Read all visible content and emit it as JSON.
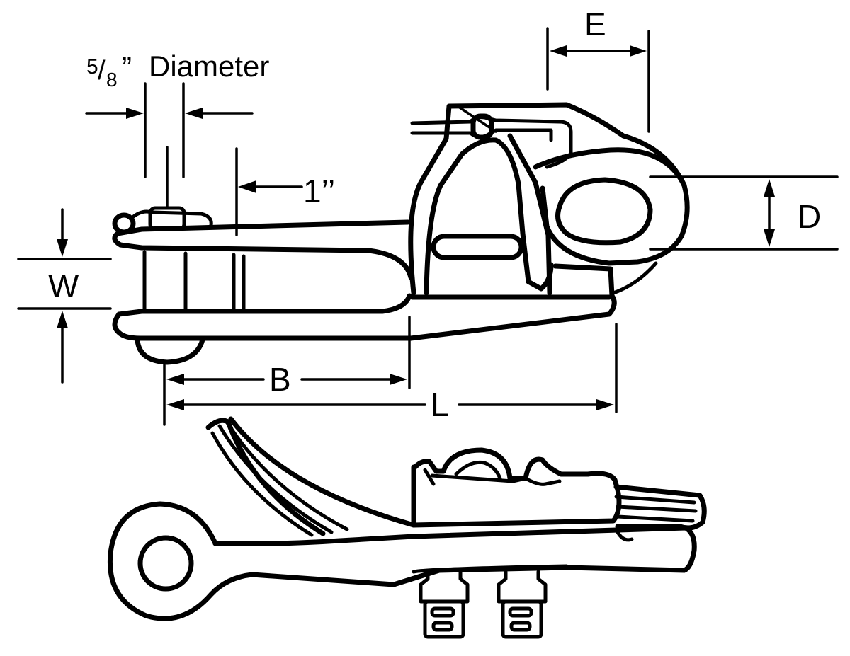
{
  "labels": {
    "diameter_numerator": "5",
    "diameter_slash": "/",
    "diameter_denominator": "8",
    "diameter_unit": "”",
    "diameter_word": "Diameter",
    "one_inch": "1’’",
    "dim_e": "E",
    "dim_d": "D",
    "dim_w": "W",
    "dim_b": "B",
    "dim_l": "L"
  },
  "colors": {
    "ink": "#000000",
    "background": "#ffffff"
  }
}
